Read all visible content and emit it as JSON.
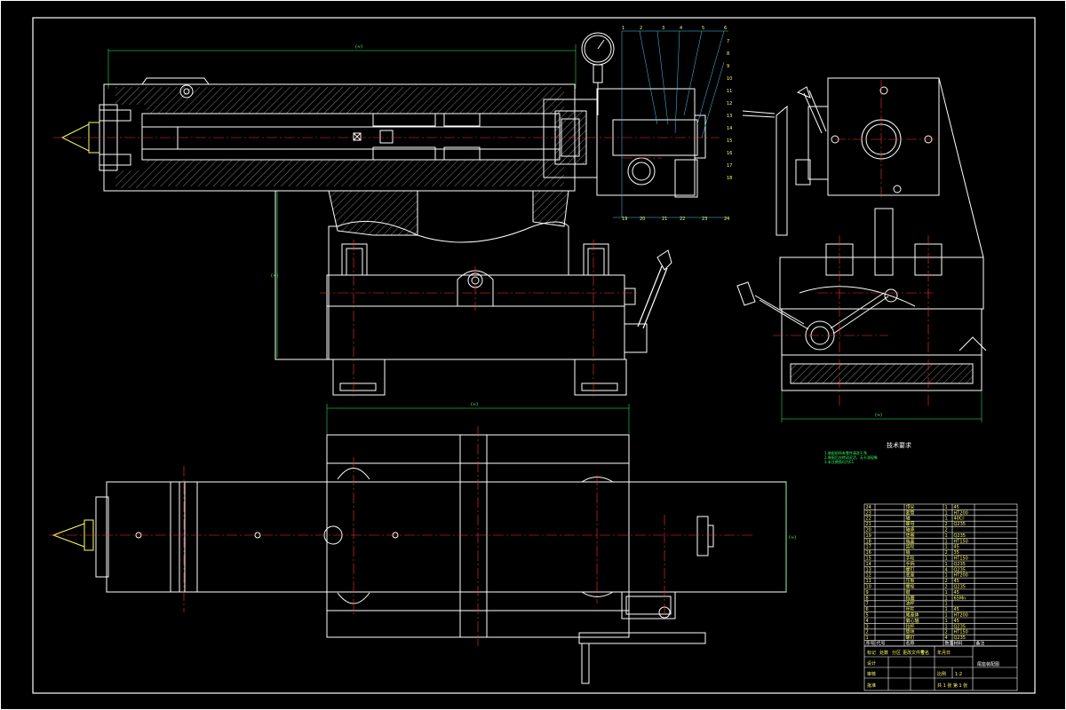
{
  "colors": {
    "background": "#000000",
    "outline": "#ffffff",
    "centerline": "#ff3333",
    "dimension": "#33ff66",
    "leader": "#44ccff",
    "hatch": "#ffffff"
  },
  "dimensions": {
    "front_length": "(≈)",
    "front_height": "(≈)",
    "side_width": "(≈)",
    "top_length": "(≈)",
    "top_height": "(≈)"
  },
  "balloons": [
    "1",
    "2",
    "3",
    "4",
    "5",
    "6",
    "7",
    "8",
    "9",
    "10",
    "11",
    "12",
    "13",
    "14",
    "15",
    "16",
    "17",
    "18",
    "19",
    "20",
    "21",
    "22",
    "23",
    "24"
  ],
  "technical_requirements": {
    "title": "技术要求",
    "lines": [
      "1.装配前所有零件清洗干净",
      "2.装配后应转动灵活，无卡滞现象",
      "3.未注倒角均为C1"
    ]
  },
  "parts_list": {
    "header": [
      "序号",
      "代号",
      "名称",
      "数量",
      "材料",
      "备注"
    ],
    "rows": [
      [
        "24",
        "",
        "顶尖",
        "1",
        "45",
        ""
      ],
      [
        "23",
        "",
        "套筒",
        "1",
        "HT200",
        ""
      ],
      [
        "22",
        "",
        "轴",
        "1",
        "40Cr",
        ""
      ],
      [
        "21",
        "",
        "螺母",
        "2",
        "Q235",
        ""
      ],
      [
        "20",
        "",
        "轴承",
        "2",
        "",
        ""
      ],
      [
        "19",
        "",
        "垫圈",
        "1",
        "Q235",
        ""
      ],
      [
        "18",
        "",
        "端盖",
        "1",
        "HT150",
        ""
      ],
      [
        "17",
        "",
        "齿轮",
        "1",
        "45",
        ""
      ],
      [
        "16",
        "",
        "销",
        "2",
        "35",
        ""
      ],
      [
        "15",
        "",
        "手轮",
        "1",
        "HT150",
        ""
      ],
      [
        "14",
        "",
        "手柄",
        "1",
        "Q235",
        ""
      ],
      [
        "13",
        "",
        "螺钉",
        "4",
        "Q235",
        ""
      ],
      [
        "12",
        "",
        "底座",
        "1",
        "HT200",
        ""
      ],
      [
        "11",
        "",
        "压板",
        "2",
        "45",
        ""
      ],
      [
        "10",
        "",
        "螺栓",
        "2",
        "Q235",
        ""
      ],
      [
        "9",
        "",
        "键",
        "1",
        "45",
        ""
      ],
      [
        "8",
        "",
        "挡圈",
        "1",
        "65Mn",
        ""
      ],
      [
        "7",
        "",
        "油杯",
        "1",
        "",
        ""
      ],
      [
        "6",
        "",
        "丝杠",
        "1",
        "45",
        ""
      ],
      [
        "5",
        "",
        "尾座体",
        "1",
        "HT200",
        ""
      ],
      [
        "4",
        "",
        "偏心轴",
        "1",
        "45",
        ""
      ],
      [
        "3",
        "",
        "拉杆",
        "1",
        "Q235",
        ""
      ],
      [
        "2",
        "",
        "垫块",
        "2",
        "HT150",
        ""
      ],
      [
        "1",
        "",
        "螺钉",
        "4",
        "Q235",
        ""
      ]
    ]
  },
  "title_block": {
    "drawing_name": "尾座装配图",
    "scale_label": "比例",
    "scale": "1:2",
    "sheet": "共 1 张  第 1 张",
    "designer_label": "设计",
    "checker_label": "审核",
    "approver_label": "批准",
    "marks": [
      "标记",
      "处数",
      "分区",
      "更改文件号",
      "签名",
      "年月日"
    ]
  }
}
